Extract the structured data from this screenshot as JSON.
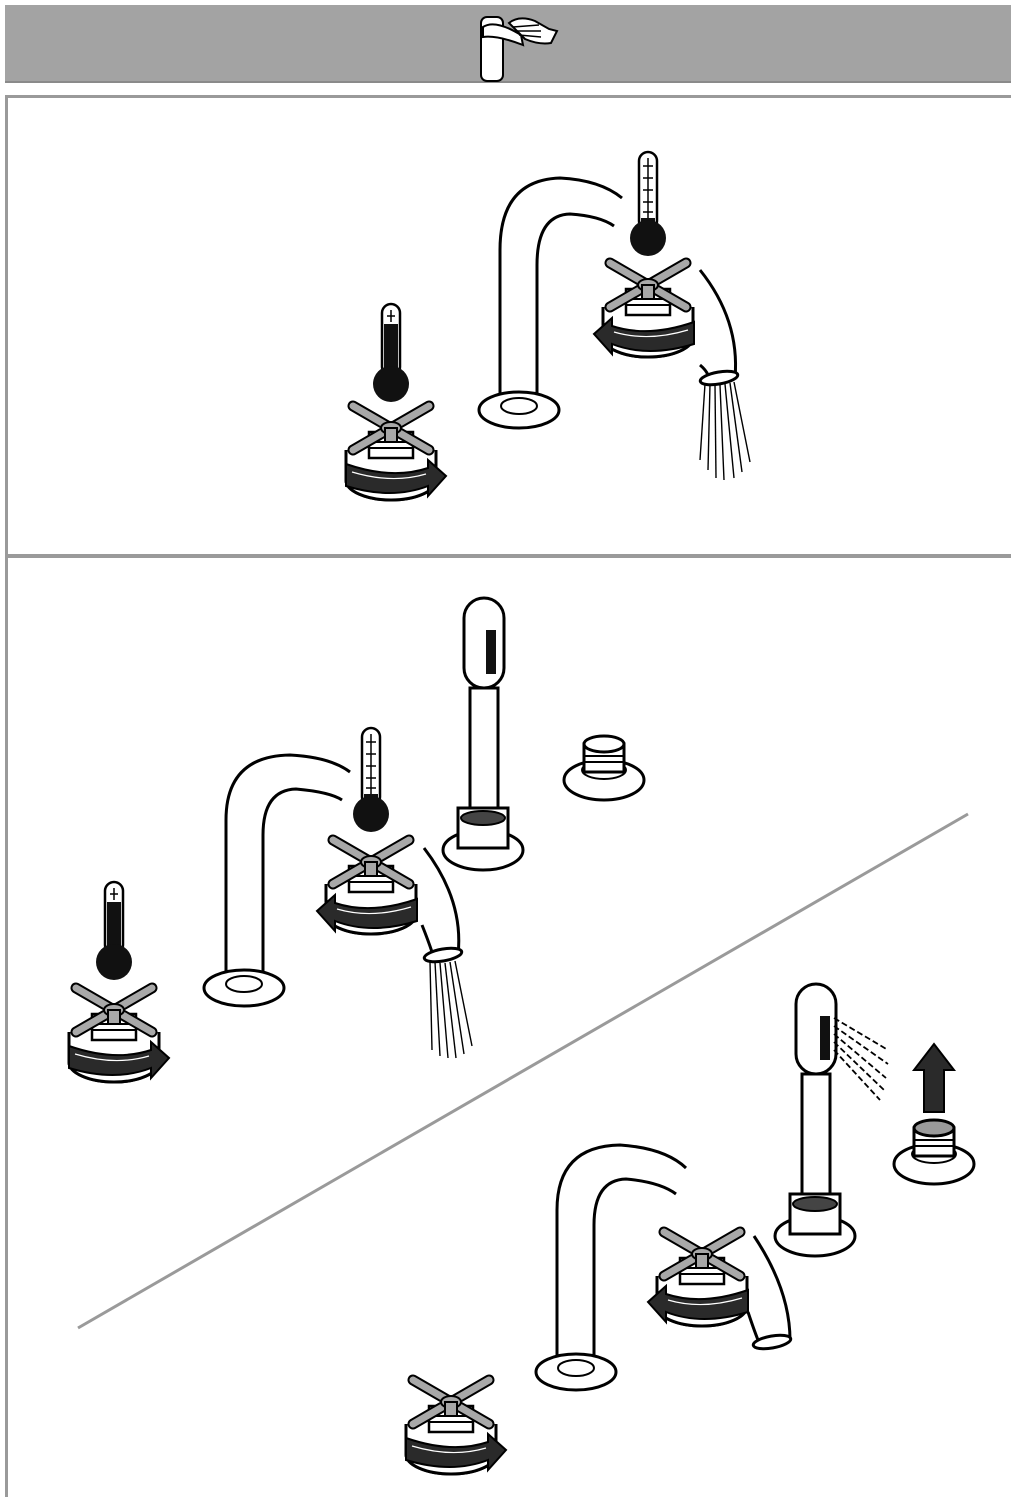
{
  "header": {
    "icon": "faucet-hand-operation-icon"
  },
  "panels": [
    {
      "id": "panel-1",
      "illustration": "tub-filler-set-temperature-adjust"
    },
    {
      "id": "panel-2",
      "illustration": "tub-filler-with-handshower-diverter"
    }
  ],
  "colors": {
    "header_bg": "#a3a3a3",
    "frame": "#9a9a9a",
    "handle_gray": "#a8a8a8",
    "arrow_dark": "#2a2a2a"
  }
}
